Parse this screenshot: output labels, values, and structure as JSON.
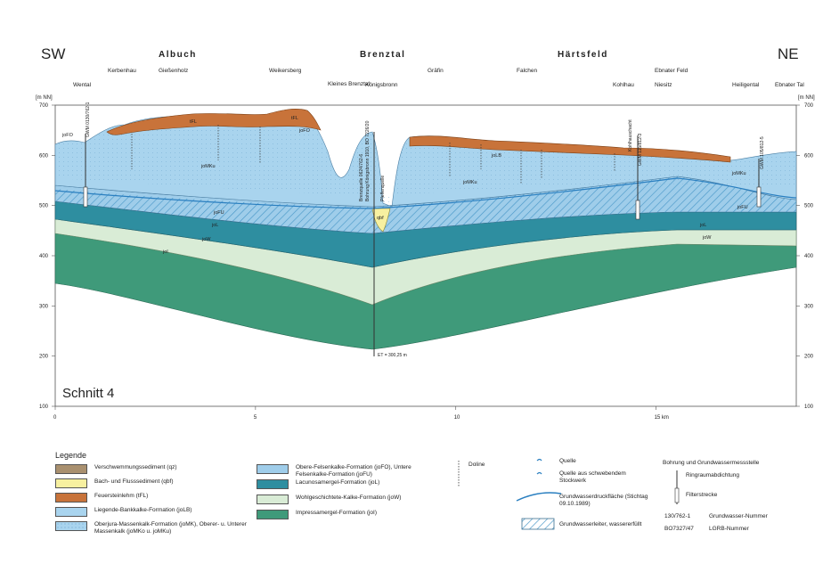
{
  "header": {
    "left_corner": "SW",
    "right_corner": "NE",
    "regions": [
      "Albuch",
      "Brenztal",
      "Härtsfeld"
    ]
  },
  "places": [
    "Wental",
    "Kerbenhau",
    "Gießenholz",
    "Weikersberg",
    "Kleines Brenztal",
    "Königsbronn",
    "Gräfin",
    "Falchen",
    "Kohlhau",
    "Ebnater Feld",
    "Niesitz",
    "Heiligental",
    "Ebnater Tal"
  ],
  "wells": {
    "w1": "GWM 0130/762-1",
    "w2": "Brenzquelle 0624/762-6",
    "w3": "Bohrung Königsbronn 1910, BO 7226/20",
    "w4": "Pfeffenquelle",
    "w5": "Kohlhauschacht",
    "w6": "GWM 115/812-3",
    "w7": "GWM 105/812-5",
    "depth_note": "ET = 300,25 m"
  },
  "axis": {
    "unit": "[m NN]",
    "y_ticks": [
      "700",
      "600",
      "500",
      "400",
      "300",
      "200",
      "100"
    ],
    "x_ticks": [
      "0",
      "5",
      "10",
      "15 km"
    ]
  },
  "unit_labels": {
    "tfl": "tFL",
    "jofo": "joFO",
    "jomku": "joMKu",
    "jolb": "joLB",
    "jofu": "joFU",
    "jol": "joL",
    "jow": "joW",
    "joi": "joI",
    "qbf": "qbf"
  },
  "section_label": "Schnitt 4",
  "legend": {
    "title": "Legende",
    "items": [
      {
        "label": "Verschwemmungssediment (qz)",
        "color": "#a9906f"
      },
      {
        "label": "Bach- und Flusssediment (qbf)",
        "color": "#f7f0a0"
      },
      {
        "label": "Feuersteinlehm (tFL)",
        "color": "#c8733a"
      },
      {
        "label": "Liegende-Bankkalke-Formation (joLB)",
        "color": "#a9d4ee"
      },
      {
        "label": "Oberjura-Massenkalk-Formation (joMK), Oberer- u. Unterer Massenkalk (joMKo u. joMKu)",
        "color": "#a9d4ee"
      },
      {
        "label": "Obere-Felsenkalke-Formation (joFO), Untere Felsenkalke-Formation (joFU)",
        "color": "#9fcdea"
      },
      {
        "label": "Lacunosamergel-Formation (joL)",
        "color": "#2e8ea0"
      },
      {
        "label": "Wohlgeschichtete-Kalke-Formation (joW)",
        "color": "#d9ecd6"
      },
      {
        "label": "Impressamergel-Formation (joI)",
        "color": "#3f9a7a"
      }
    ],
    "doline": "Doline",
    "spring": "Quelle",
    "spring_perched": "Quelle aus schwebendem Stockwerk",
    "gw_surface": "Grundwasserdruckfläche (Stichtag 09.10.1989)",
    "aquifer": "Grundwasserleiter, wassererfüllt",
    "well_title": "Bohrung und Grundwassermessstelle",
    "ring_seal": "Ringraumabdichtung",
    "filter": "Filterstrecke",
    "gw_number_code": "130/762-1",
    "gw_number_label": "Grundwasser-Nummer",
    "lgrb_code": "BO7327/47",
    "lgrb_label": "LGRB-Nummer"
  }
}
